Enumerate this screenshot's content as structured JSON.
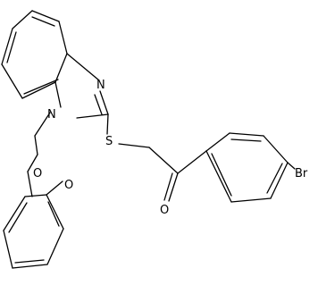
{
  "colors": {
    "bond": "#000000",
    "background": "#ffffff",
    "text": "#000000"
  },
  "atoms": {
    "N1": "N",
    "N3": "N",
    "S": "S",
    "O_ketone": "O",
    "Br": "Br",
    "O_ether": "O",
    "O_methoxy": "O"
  }
}
